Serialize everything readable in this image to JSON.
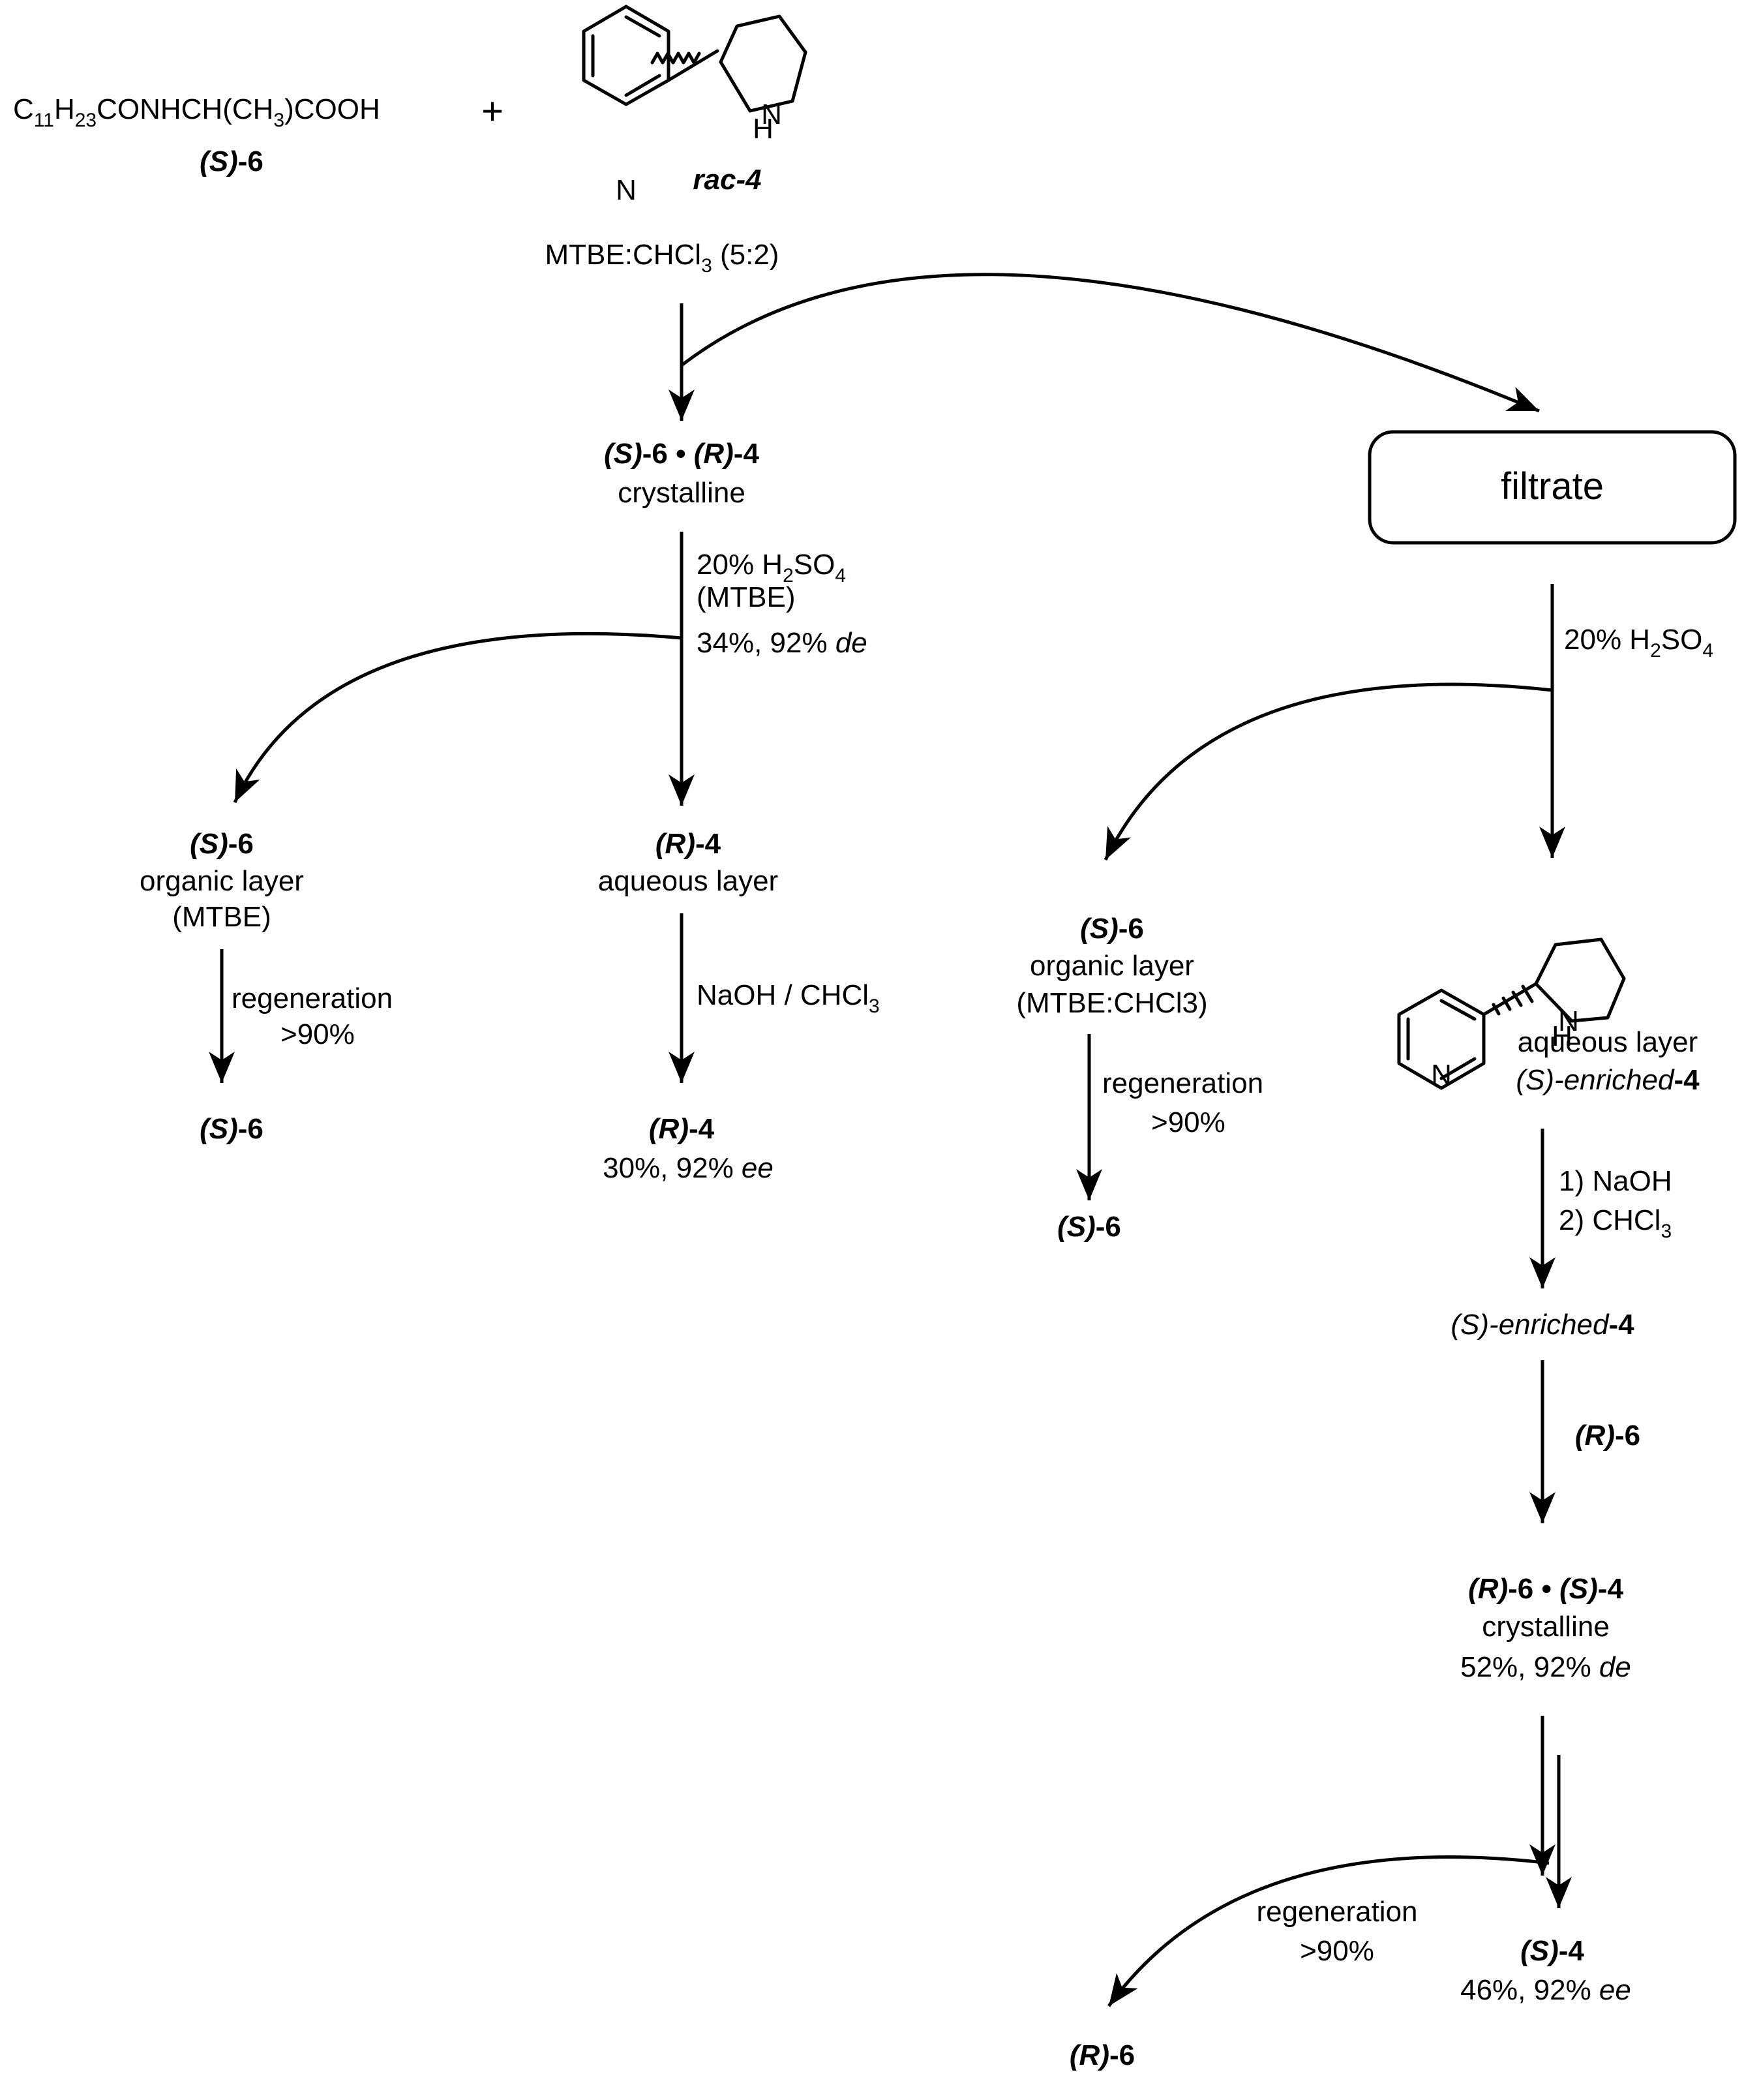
{
  "reactants": {
    "acid_formula": {
      "p1": "C",
      "s1": "11",
      "p2": "H",
      "s2": "23",
      "p3": "CONHCH(CH",
      "s3": "3",
      "p4": ")COOH"
    },
    "acid_label": {
      "a": "(S)",
      "b": "-6"
    },
    "plus": "+",
    "amine_label": {
      "a": "rac",
      "b": "-4"
    },
    "solvent": {
      "a": "MTBE:CHCl",
      "sub": "3",
      "b": " (5:2)"
    }
  },
  "atoms": {
    "nh_n": "N",
    "nh_h": "H",
    "py_n": "N"
  },
  "salt1": {
    "label": {
      "a": "(S)",
      "b": "-6",
      "c": " • ",
      "d": "(R)",
      "e": "-4"
    },
    "state": "crystalline",
    "reagent": {
      "a": "20% H",
      "sub1": "2",
      "b": "SO",
      "sub2": "4"
    },
    "reagent_solvent": "(MTBE)",
    "yield": {
      "a": "34%, 92% ",
      "b": "de"
    }
  },
  "filtrate_box": "filtrate",
  "left_org": {
    "label": {
      "a": "(S)",
      "b": "-6"
    },
    "line1": "organic layer",
    "line2": "(MTBE)",
    "step1": "regeneration",
    "step2": ">90%",
    "product": {
      "a": "(S)",
      "b": "-6"
    }
  },
  "left_aq": {
    "label": {
      "a": "(R)",
      "b": "-4"
    },
    "line1": "aqueous layer",
    "step": {
      "a": "NaOH / CHCl",
      "sub": "3"
    },
    "product": {
      "a": "(R)",
      "b": "-4"
    },
    "yield": {
      "a": "30%, 92% ",
      "b": "ee"
    }
  },
  "filtrate_step": {
    "a": "20% H",
    "sub1": "2",
    "b": "SO",
    "sub2": "4"
  },
  "right_org": {
    "label": {
      "a": "(S)",
      "b": "-6"
    },
    "line1": "organic layer",
    "line2": "(MTBE:CHCl3)",
    "step1": "regeneration",
    "step2": ">90%",
    "product": {
      "a": "(S)",
      "b": "-6"
    }
  },
  "right_aq": {
    "line1": "aqueous layer",
    "line2": {
      "a": "(S)-enriched",
      "b": "-4"
    },
    "step1": "1) NaOH",
    "step2": {
      "a": "2) CHCl",
      "sub": "3"
    }
  },
  "enriched": {
    "a": "(S)-enriched",
    "b": "-4"
  },
  "resolving_agent": {
    "a": "(R)",
    "b": "-6"
  },
  "salt2": {
    "label": {
      "a": "(R)",
      "b": "-6",
      "c": " • ",
      "d": "(S)",
      "e": "-4"
    },
    "state": "crystalline",
    "yield": {
      "a": "52%, 92% ",
      "b": "de"
    }
  },
  "final": {
    "step1": "regeneration",
    "step2": ">90%",
    "product": {
      "a": "(S)",
      "b": "-4"
    },
    "yield": {
      "a": "46%, 92% ",
      "b": "ee"
    },
    "recovered": {
      "a": "(R)",
      "b": "-6"
    }
  }
}
